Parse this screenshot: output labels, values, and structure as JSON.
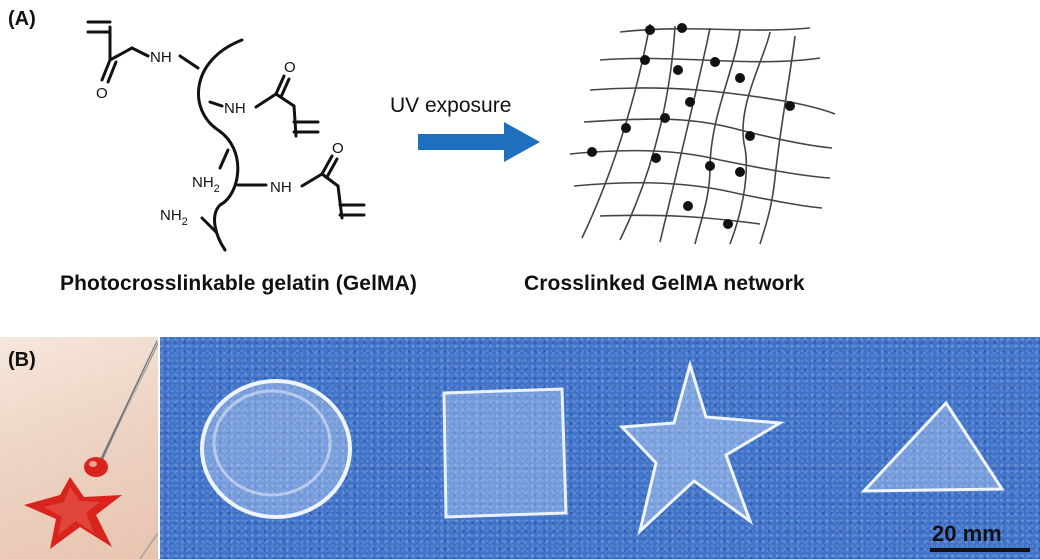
{
  "panel_a": {
    "label": "(A)",
    "left_caption": "Photocrosslinkable gelatin (GelMA)",
    "right_caption": "Crosslinked GelMA network",
    "arrow_label": "UV exposure",
    "chem_labels": {
      "nh_1": "NH",
      "nh_2": "NH",
      "nh_3": "NH",
      "nh2_1": "NH",
      "nh2_2": "NH",
      "sub_2": "2",
      "o_1": "O",
      "o_2": "O",
      "o_3": "O"
    }
  },
  "panel_b": {
    "label": "(B)",
    "scale_bar": "20 mm"
  },
  "colors": {
    "arrow": "#1f6fbf",
    "background_blue": "#3f72c9",
    "red_gel": "#d8241c"
  }
}
